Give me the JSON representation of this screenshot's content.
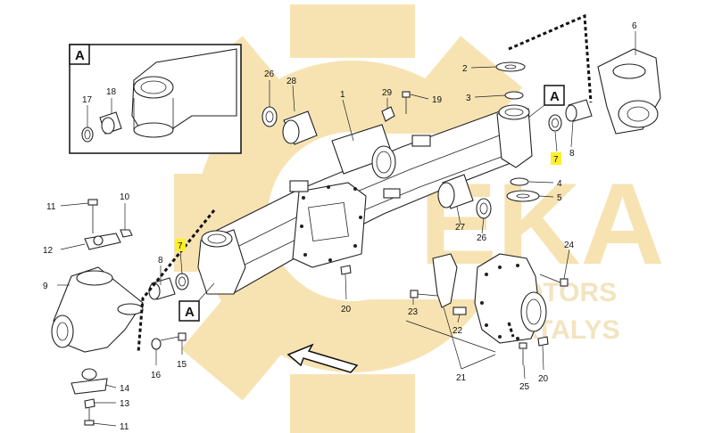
{
  "watermark": {
    "brand_large": "EKA",
    "brand_small_1": "MOTORS",
    "brand_small_2": "CATALYS",
    "color": "#f7e3b2"
  },
  "inset": {
    "label": "A"
  },
  "main_label_a": "A",
  "highlight_color": "#ffef2a",
  "callouts": [
    {
      "id": "c1",
      "text": "1"
    },
    {
      "id": "c2",
      "text": "2"
    },
    {
      "id": "c3",
      "text": "3"
    },
    {
      "id": "c4",
      "text": "4"
    },
    {
      "id": "c5",
      "text": "5"
    },
    {
      "id": "c6",
      "text": "6"
    },
    {
      "id": "c7a",
      "text": "7"
    },
    {
      "id": "c7b",
      "text": "7"
    },
    {
      "id": "c8a",
      "text": "8"
    },
    {
      "id": "c8b",
      "text": "8"
    },
    {
      "id": "c9",
      "text": "9"
    },
    {
      "id": "c10",
      "text": "10"
    },
    {
      "id": "c11a",
      "text": "11"
    },
    {
      "id": "c11b",
      "text": "11"
    },
    {
      "id": "c12",
      "text": "12"
    },
    {
      "id": "c13",
      "text": "13"
    },
    {
      "id": "c14",
      "text": "14"
    },
    {
      "id": "c15",
      "text": "15"
    },
    {
      "id": "c16",
      "text": "16"
    },
    {
      "id": "c17",
      "text": "17"
    },
    {
      "id": "c18",
      "text": "18"
    },
    {
      "id": "c19",
      "text": "19"
    },
    {
      "id": "c20a",
      "text": "20"
    },
    {
      "id": "c20b",
      "text": "20"
    },
    {
      "id": "c21",
      "text": "21"
    },
    {
      "id": "c22",
      "text": "22"
    },
    {
      "id": "c23",
      "text": "23"
    },
    {
      "id": "c24",
      "text": "24"
    },
    {
      "id": "c25",
      "text": "25"
    },
    {
      "id": "c26a",
      "text": "26"
    },
    {
      "id": "c26b",
      "text": "26"
    },
    {
      "id": "c27",
      "text": "27"
    },
    {
      "id": "c28",
      "text": "28"
    },
    {
      "id": "c29",
      "text": "29"
    }
  ]
}
